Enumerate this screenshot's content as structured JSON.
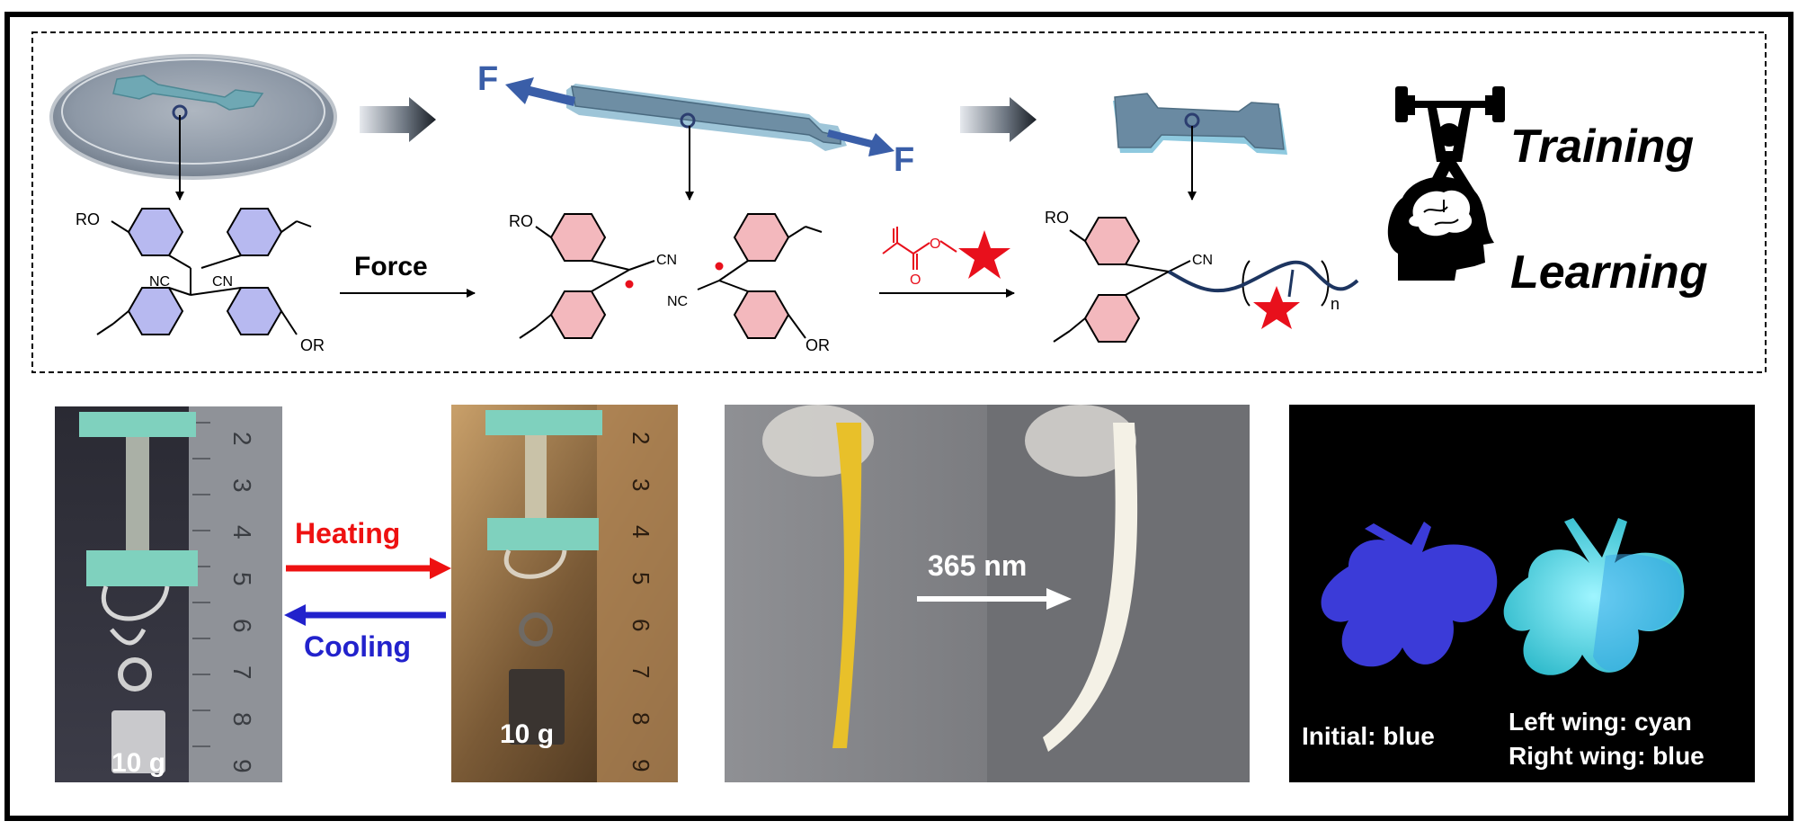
{
  "top_panel": {
    "force_label": "Force",
    "f_label": "F",
    "cn_label": "CN",
    "nc_label": "NC",
    "ro_label": "RO",
    "or_label": "OR",
    "n_label": "n",
    "training_label": "Training",
    "learning_label": "Learning"
  },
  "bottom_panel": {
    "heating_label": "Heating",
    "cooling_label": "Cooling",
    "weight_label": "10 g",
    "uv_label": "365 nm",
    "initial_label": "Initial:  blue",
    "left_wing_label": "Left wing: cyan",
    "right_wing_label": "Right wing: blue"
  },
  "ruler_digits": [
    "2",
    "3",
    "4",
    "5",
    "6",
    "7",
    "8",
    "9"
  ],
  "colors": {
    "frame": "#000000",
    "blue_arrow": "#3a5ea8",
    "ring_blue": "#b7b9f0",
    "ring_pink": "#f3b8bd",
    "radical_red": "#e8101c",
    "heating_red": "#ee1111",
    "cooling_blue": "#2222cc",
    "polymer_chain": "#1d3560",
    "film": "#5f8fa0"
  }
}
